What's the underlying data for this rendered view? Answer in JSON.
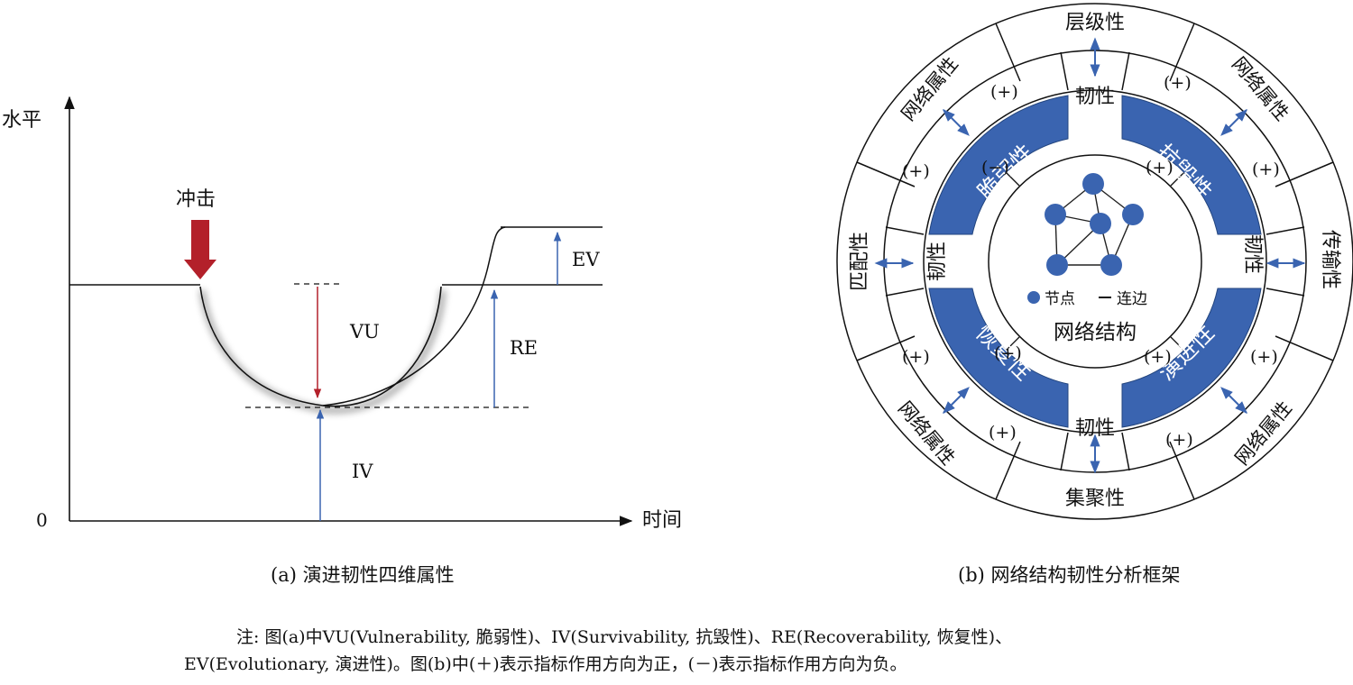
{
  "panel_a": {
    "y_axis_label": "水平",
    "x_axis_label": "时间",
    "origin_label": "0",
    "shock_label": "冲击",
    "labels": {
      "vu": "VU",
      "re": "RE",
      "ev": "EV",
      "iv": "IV"
    },
    "caption": "(a) 演进韧性四维属性"
  },
  "panel_b": {
    "outer_ring": [
      "层级性",
      "网络属性",
      "传输性",
      "网络属性",
      "集聚性",
      "网络属性",
      "匹配性",
      "网络属性"
    ],
    "middle_ring_top": "韧性",
    "middle_ring_right": "韧性",
    "middle_ring_bottom": "韧性",
    "middle_ring_left": "韧性",
    "inner_arcs": [
      "脆弱性",
      "抗毁性",
      "演进性",
      "恢复性"
    ],
    "sign_plus": "(+)",
    "sign_minus": "(−)",
    "center_title": "网络结构",
    "legend_node": "节点",
    "legend_edge": "连边",
    "accent_color": "#3a64b0",
    "caption": "(b) 网络结构韧性分析框架"
  },
  "note": {
    "line1": "注: 图(a)中VU(Vulnerability, 脆弱性)、IV(Survivability, 抗毁性)、RE(Recoverability, 恢复性)、",
    "line2": "EV(Evolutionary, 演进性)。图(b)中(＋)表示指标作用方向为正，(－)表示指标作用方向为负。"
  }
}
